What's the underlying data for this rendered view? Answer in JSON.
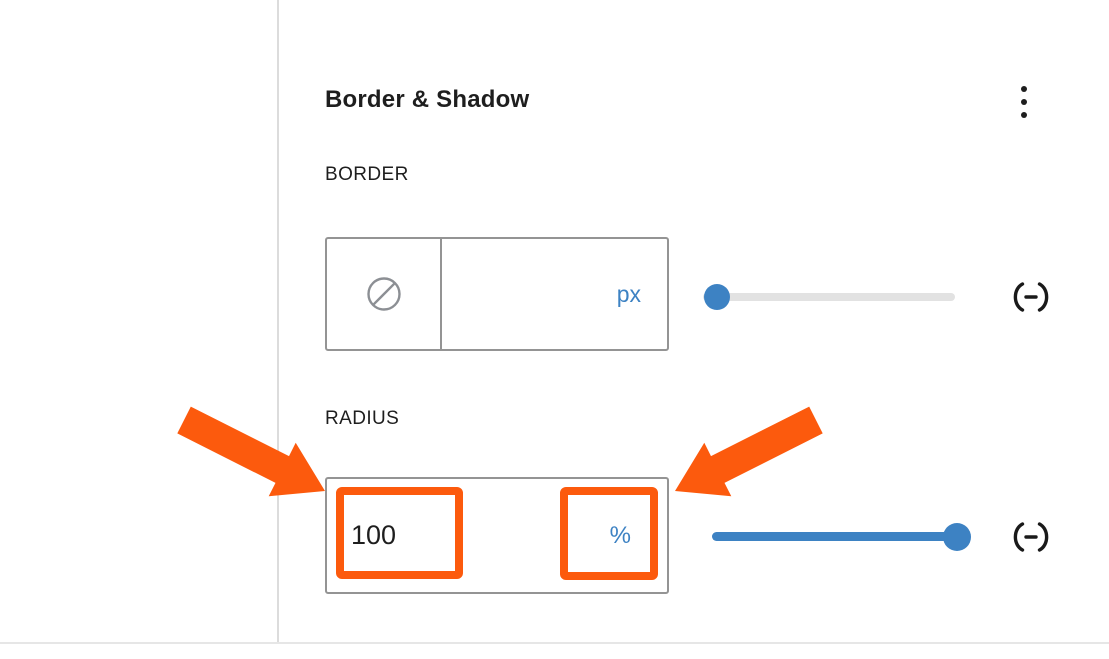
{
  "panel": {
    "title": "Border & Shadow",
    "options_menu_label": "Border & Shadow options",
    "options_menu_icon": "kebab-menu-icon"
  },
  "border_section": {
    "label": "BORDER",
    "style_none_icon": "no-border-icon",
    "value": "",
    "unit": "px",
    "slider_percent": 0,
    "link_icon": "link-sides-icon"
  },
  "radius_section": {
    "label": "RADIUS",
    "value": "100",
    "unit": "%",
    "slider_percent": 100,
    "link_icon": "link-sides-icon"
  },
  "annotations": {
    "color": "#fc5a0d",
    "items": [
      {
        "type": "arrow",
        "points_at": "radius-value-input"
      },
      {
        "type": "arrow",
        "points_at": "radius-unit-select"
      },
      {
        "type": "highlight-box",
        "around": "radius value 100"
      },
      {
        "type": "highlight-box",
        "around": "radius unit %"
      }
    ]
  },
  "colors": {
    "accent_blue": "#3d82c3",
    "annotation_orange": "#fc5a0d",
    "control_border": "#949494",
    "text_dark": "#1e1e1e",
    "track_gray": "#e2e2e2",
    "divider_gray": "#dcdcdc"
  }
}
